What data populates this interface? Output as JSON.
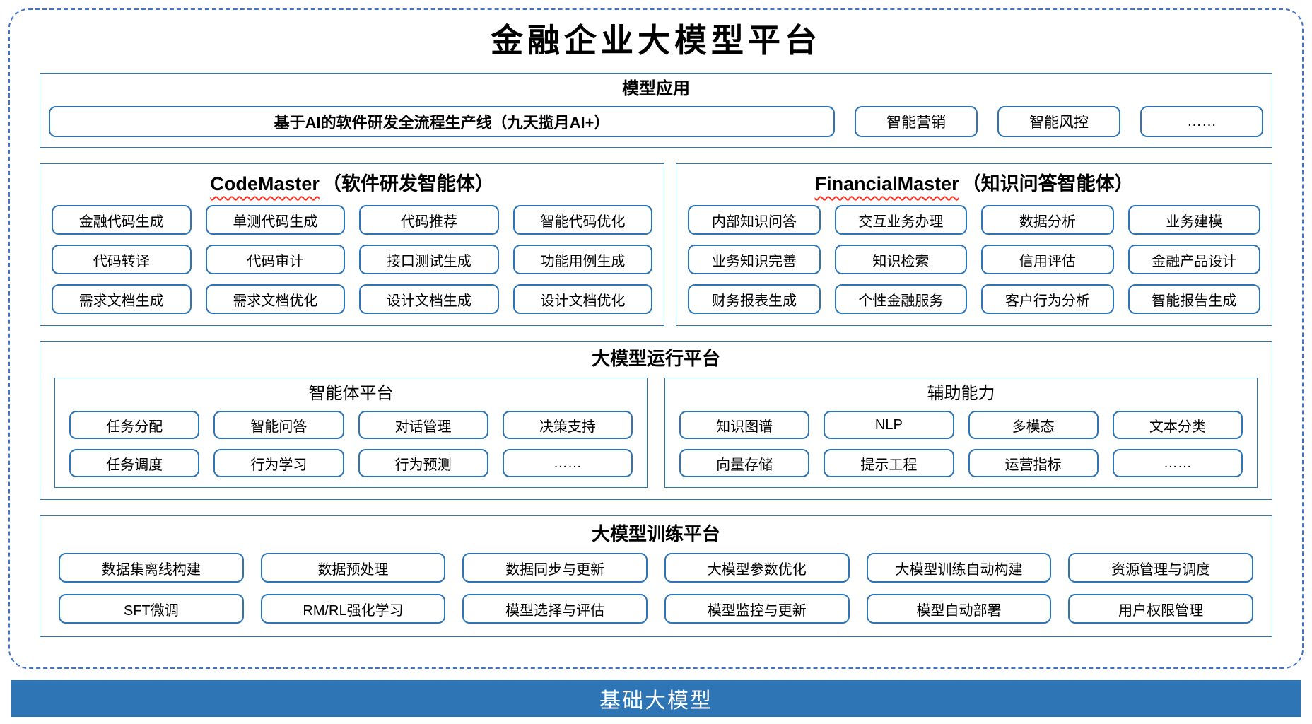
{
  "title": "金融企业大模型平台",
  "colors": {
    "box_border_blue": "#2E75B6",
    "outer_dashed_blue": "#4472C4",
    "footer_bg_blue": "#2E75B6",
    "footer_text": "#FFFFFF",
    "underline_red": "#FF2E1F"
  },
  "sections": {
    "applications": {
      "header": "模型应用",
      "main_item": "基于AI的软件研发全流程生产线（九天揽月AI+）",
      "items": [
        "智能营销",
        "智能风控",
        "……"
      ]
    },
    "code_master": {
      "title_en": "CodeMaster",
      "title_zh": "（软件研发智能体）",
      "items": [
        "金融代码生成",
        "单测代码生成",
        "代码推荐",
        "智能代码优化",
        "代码转译",
        "代码审计",
        "接口测试生成",
        "功能用例生成",
        "需求文档生成",
        "需求文档优化",
        "设计文档生成",
        "设计文档优化"
      ]
    },
    "financial_master": {
      "title_en": "FinancialMaster",
      "title_zh": "（知识问答智能体）",
      "items": [
        "内部知识问答",
        "交互业务办理",
        "数据分析",
        "业务建模",
        "业务知识完善",
        "知识检索",
        "信用评估",
        "金融产品设计",
        "财务报表生成",
        "个性金融服务",
        "客户行为分析",
        "智能报告生成"
      ]
    },
    "runtime": {
      "header": "大模型运行平台",
      "agent_platform": {
        "header": "智能体平台",
        "items": [
          "任务分配",
          "智能问答",
          "对话管理",
          "决策支持",
          "任务调度",
          "行为学习",
          "行为预测",
          "……"
        ]
      },
      "aux_capabilities": {
        "header": "辅助能力",
        "items": [
          "知识图谱",
          "NLP",
          "多模态",
          "文本分类",
          "向量存储",
          "提示工程",
          "运营指标",
          "……"
        ]
      }
    },
    "training": {
      "header": "大模型训练平台",
      "items": [
        "数据集离线构建",
        "数据预处理",
        "数据同步与更新",
        "大模型参数优化",
        "大模型训练自动构建",
        "资源管理与调度",
        "SFT微调",
        "RM/RL强化学习",
        "模型选择与评估",
        "模型监控与更新",
        "模型自动部署",
        "用户权限管理"
      ]
    },
    "foundation": {
      "label": "基础大模型"
    }
  }
}
